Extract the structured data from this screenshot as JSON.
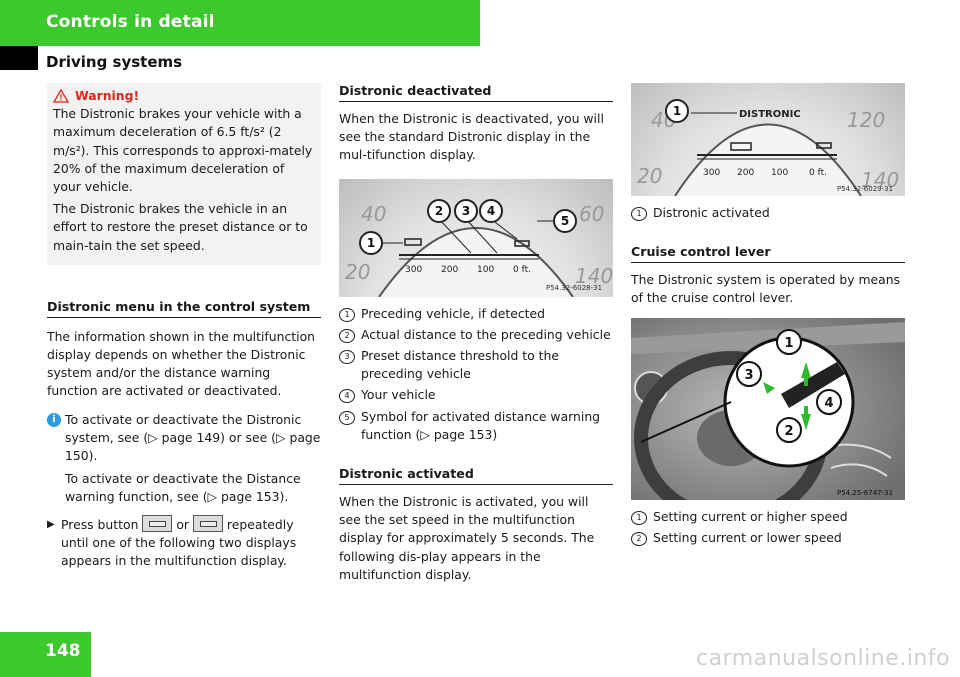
{
  "header": {
    "section": "Controls in detail",
    "subsection": "Driving systems"
  },
  "page_number": "148",
  "watermark": "carmanualsonline.info",
  "col1": {
    "warning": {
      "title": "Warning!",
      "p1": "The Distronic brakes your vehicle with a maximum deceleration of 6.5 ft/s² (2 m/s²). This corresponds to approxi-mately 20% of the maximum deceleration of your vehicle.",
      "p2": "The Distronic brakes the vehicle in an effort to restore the preset distance or to main-tain the set speed."
    },
    "heading": "Distronic menu in the control system",
    "intro": "The information shown in the multifunction display depends on whether the Distronic system and/or the distance warning function are activated or deactivated.",
    "info1": "To activate or deactivate the Distronic system, see (▷ page 149) or see (▷ page 150).",
    "info2": "To activate or deactivate the Distance warning function, see (▷ page 153).",
    "step_pre": "Press button",
    "step_or": "or",
    "step_post": "repeatedly until one of the following two displays appears in the multifunction display."
  },
  "col2": {
    "heading1": "Distronic deactivated",
    "para1": "When the Distronic is deactivated, you will see the standard Distronic display in the mul-tifunction display.",
    "figure1": {
      "speeds": [
        "40",
        "60",
        "20",
        "140"
      ],
      "distances": [
        "300",
        "200",
        "100",
        "0 ft."
      ],
      "callouts": [
        "1",
        "2",
        "3",
        "4",
        "5"
      ],
      "code": "P54.32-6028-31"
    },
    "items": [
      {
        "n": "1",
        "text": "Preceding vehicle, if detected"
      },
      {
        "n": "2",
        "text": "Actual distance to the preceding vehicle"
      },
      {
        "n": "3",
        "text": "Preset distance threshold to the preceding vehicle"
      },
      {
        "n": "4",
        "text": "Your vehicle"
      },
      {
        "n": "5",
        "text": "Symbol for activated distance warning function (▷ page 153)"
      }
    ],
    "heading2": "Distronic activated",
    "para2": "When the Distronic is activated, you will see the set speed in the multifunction display for approximately 5 seconds. The following dis-play appears in the multifunction display."
  },
  "col3": {
    "figure2": {
      "label": "DISTRONIC",
      "speeds": [
        "40",
        "120",
        "20",
        "140"
      ],
      "distances": [
        "300",
        "200",
        "100",
        "0 ft."
      ],
      "callout": "1",
      "code": "P54.32-6029-31"
    },
    "caption_n": "1",
    "caption": "Distronic activated",
    "heading": "Cruise control lever",
    "para": "The Distronic system is operated by means of the cruise control lever.",
    "figure3": {
      "callouts": [
        "1",
        "2",
        "3",
        "4"
      ],
      "code": "P54.25-6747-31"
    },
    "items": [
      {
        "n": "1",
        "text": "Setting current or higher speed"
      },
      {
        "n": "2",
        "text": "Setting current or lower speed"
      }
    ]
  }
}
